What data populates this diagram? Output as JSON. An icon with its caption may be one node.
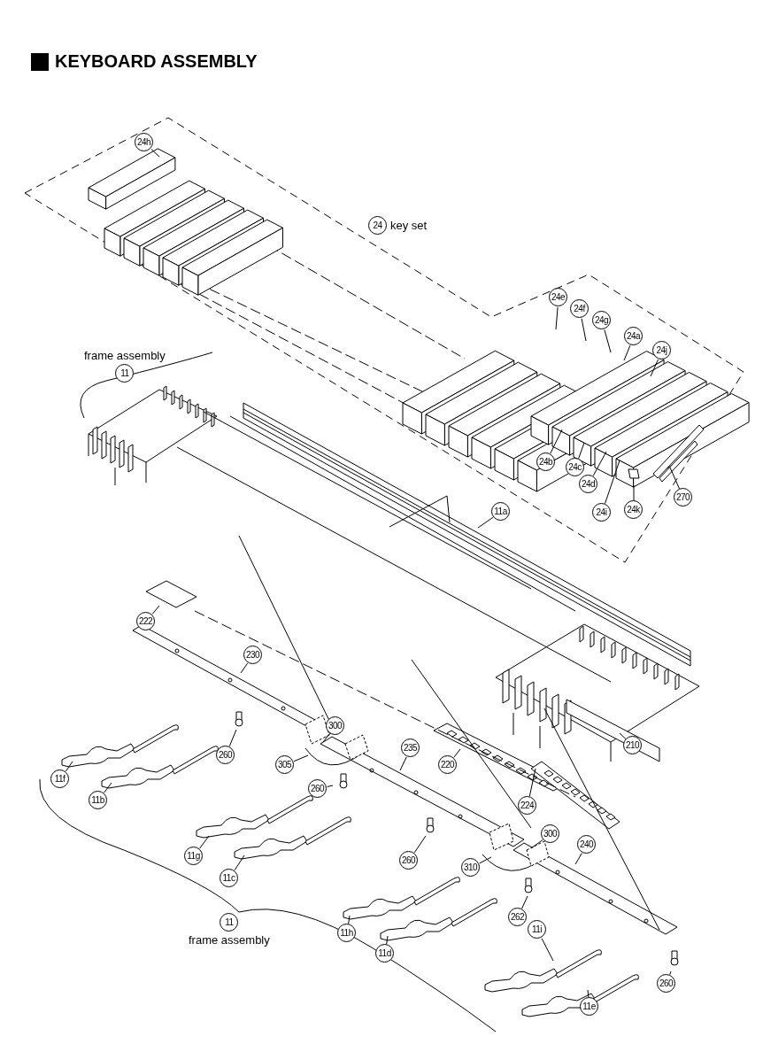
{
  "diagram": {
    "title": "KEYBOARD ASSEMBLY",
    "nodes": [
      {
        "text": [
          "24h"
        ]
      },
      {
        "text": [
          "24"
        ],
        "beside": [
          "key set"
        ]
      },
      {
        "text": [
          "24e"
        ]
      },
      {
        "text": [
          "24f"
        ]
      },
      {
        "text": [
          "24g"
        ]
      },
      {
        "text": [
          "24a"
        ]
      },
      {
        "text": [
          "24j"
        ]
      },
      {
        "text": [
          "24b"
        ]
      },
      {
        "text": [
          "24c"
        ]
      },
      {
        "text": [
          "24d"
        ]
      },
      {
        "text": [
          "24i"
        ]
      },
      {
        "text": [
          "24k"
        ]
      },
      {
        "text": [
          "270"
        ]
      },
      {
        "text": [
          "11"
        ],
        "beside": [
          "frame assembly"
        ]
      },
      {
        "text": [
          "11a"
        ]
      },
      {
        "text": [
          "222"
        ]
      },
      {
        "text": [
          "230"
        ]
      },
      {
        "text": [
          "260"
        ]
      },
      {
        "text": [
          "300"
        ]
      },
      {
        "text": [
          "305"
        ]
      },
      {
        "text": [
          "260"
        ]
      },
      {
        "text": [
          "235"
        ]
      },
      {
        "text": [
          "220"
        ]
      },
      {
        "text": [
          "224"
        ]
      },
      {
        "text": [
          "210"
        ]
      },
      {
        "text": [
          "11f"
        ]
      },
      {
        "text": [
          "11b"
        ]
      },
      {
        "text": [
          "11g"
        ]
      },
      {
        "text": [
          "11c"
        ]
      },
      {
        "text": [
          "260"
        ]
      },
      {
        "text": [
          "310"
        ]
      },
      {
        "text": [
          "300"
        ]
      },
      {
        "text": [
          "240"
        ]
      },
      {
        "text": [
          "262"
        ]
      },
      {
        "text": [
          "11h"
        ]
      },
      {
        "text": [
          "11d"
        ]
      },
      {
        "text": [
          "11i"
        ]
      },
      {
        "text": [
          "11e"
        ]
      },
      {
        "text": [
          "11"
        ],
        "beside": [
          "frame assembly"
        ]
      },
      {
        "text": [
          "260"
        ]
      }
    ],
    "edges": [
      {
        "from": 0,
        "to": null,
        "arrow": "none"
      },
      {
        "from": 2,
        "to": null,
        "arrow": "none"
      },
      {
        "from": 3,
        "to": null,
        "arrow": "none"
      },
      {
        "from": 4,
        "to": null,
        "arrow": "none"
      },
      {
        "from": 5,
        "to": null,
        "arrow": "none"
      },
      {
        "from": 6,
        "to": null,
        "arrow": "none"
      },
      {
        "from": 7,
        "to": null,
        "arrow": "none"
      },
      {
        "from": 8,
        "to": null,
        "arrow": "none"
      },
      {
        "from": 9,
        "to": null,
        "arrow": "none"
      },
      {
        "from": 10,
        "to": null,
        "arrow": "none"
      },
      {
        "from": 11,
        "to": null,
        "arrow": "none"
      },
      {
        "from": 12,
        "to": null,
        "arrow": "none"
      },
      {
        "from": 14,
        "to": null,
        "arrow": "none"
      },
      {
        "from": 15,
        "to": null,
        "arrow": "none"
      },
      {
        "from": 16,
        "to": null,
        "arrow": "none"
      },
      {
        "from": 17,
        "to": null,
        "arrow": "none"
      },
      {
        "from": 18,
        "to": null,
        "arrow": "none"
      },
      {
        "from": 19,
        "to": null,
        "arrow": "none"
      },
      {
        "from": 20,
        "to": null,
        "arrow": "none"
      },
      {
        "from": 21,
        "to": null,
        "arrow": "none"
      },
      {
        "from": 22,
        "to": null,
        "arrow": "none"
      },
      {
        "from": 23,
        "to": null,
        "arrow": "none"
      },
      {
        "from": 24,
        "to": null,
        "arrow": "none"
      },
      {
        "from": 25,
        "to": null,
        "arrow": "none"
      },
      {
        "from": 26,
        "to": null,
        "arrow": "none"
      },
      {
        "from": 27,
        "to": null,
        "arrow": "none"
      },
      {
        "from": 28,
        "to": null,
        "arrow": "none"
      },
      {
        "from": 29,
        "to": null,
        "arrow": "none"
      },
      {
        "from": 30,
        "to": null,
        "arrow": "none"
      },
      {
        "from": 31,
        "to": null,
        "arrow": "none"
      },
      {
        "from": 32,
        "to": null,
        "arrow": "none"
      },
      {
        "from": 33,
        "to": null,
        "arrow": "none"
      },
      {
        "from": 34,
        "to": null,
        "arrow": "none"
      },
      {
        "from": 35,
        "to": null,
        "arrow": "none"
      },
      {
        "from": 36,
        "to": null,
        "arrow": "none"
      },
      {
        "from": 37,
        "to": null,
        "arrow": "none"
      },
      {
        "from": 39,
        "to": null,
        "arrow": "none"
      }
    ]
  }
}
